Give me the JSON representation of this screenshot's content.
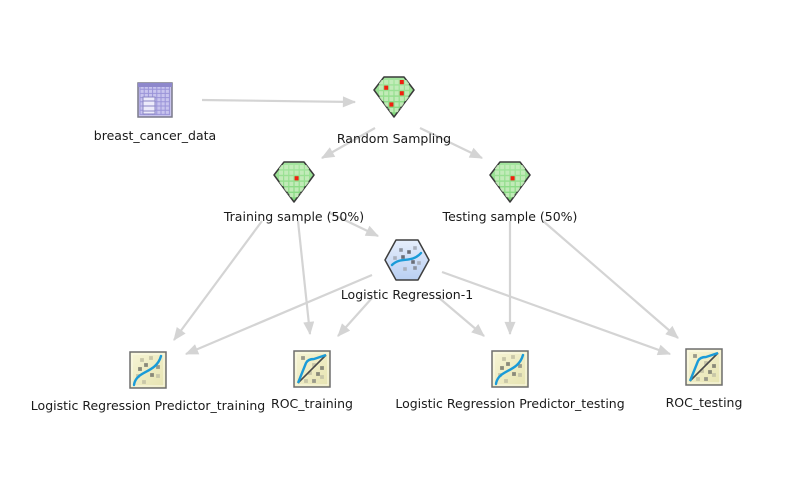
{
  "workflow": {
    "nodes": [
      {
        "id": "breast_cancer_data",
        "label": "breast_cancer_data",
        "icon": "database-table-icon",
        "type": "data"
      },
      {
        "id": "random_sampling",
        "label": "Random Sampling",
        "icon": "sampling-gem-icon",
        "type": "sampling",
        "highlight_cells": 4
      },
      {
        "id": "training_sample",
        "label": "Training sample (50%)",
        "icon": "sample-gem-icon",
        "type": "sample",
        "highlight_cells": 1
      },
      {
        "id": "testing_sample",
        "label": "Testing sample (50%)",
        "icon": "sample-gem-icon",
        "type": "sample",
        "highlight_cells": 1
      },
      {
        "id": "logistic_regression",
        "label": "Logistic Regression-1",
        "icon": "logistic-model-hexagon-icon",
        "type": "model"
      },
      {
        "id": "lr_predictor_training",
        "label": "Logistic Regression Predictor_training",
        "icon": "logistic-predictor-icon",
        "type": "predictor"
      },
      {
        "id": "roc_training",
        "label": "ROC_training",
        "icon": "roc-curve-icon",
        "type": "roc"
      },
      {
        "id": "lr_predictor_testing",
        "label": "Logistic Regression Predictor_testing",
        "icon": "logistic-predictor-icon",
        "type": "predictor"
      },
      {
        "id": "roc_testing",
        "label": "ROC_testing",
        "icon": "roc-curve-icon",
        "type": "roc"
      }
    ],
    "edges": [
      {
        "from": "breast_cancer_data",
        "to": "random_sampling"
      },
      {
        "from": "random_sampling",
        "to": "training_sample"
      },
      {
        "from": "random_sampling",
        "to": "testing_sample"
      },
      {
        "from": "training_sample",
        "to": "logistic_regression"
      },
      {
        "from": "training_sample",
        "to": "lr_predictor_training"
      },
      {
        "from": "training_sample",
        "to": "roc_training"
      },
      {
        "from": "logistic_regression",
        "to": "lr_predictor_training"
      },
      {
        "from": "logistic_regression",
        "to": "roc_training"
      },
      {
        "from": "logistic_regression",
        "to": "lr_predictor_testing"
      },
      {
        "from": "logistic_regression",
        "to": "roc_testing"
      },
      {
        "from": "testing_sample",
        "to": "lr_predictor_testing"
      },
      {
        "from": "testing_sample",
        "to": "roc_testing"
      }
    ]
  },
  "colors": {
    "edge": "#d4d4d4",
    "gem_fill": "#9be09b",
    "gem_cell": "#c8f0c0",
    "gem_highlight": "#f02010",
    "hex_fill": "#cfe0f8",
    "curve": "#1a9bd8",
    "tile_fill": "#f1efc4",
    "db_fill": "#b8b4e8"
  }
}
